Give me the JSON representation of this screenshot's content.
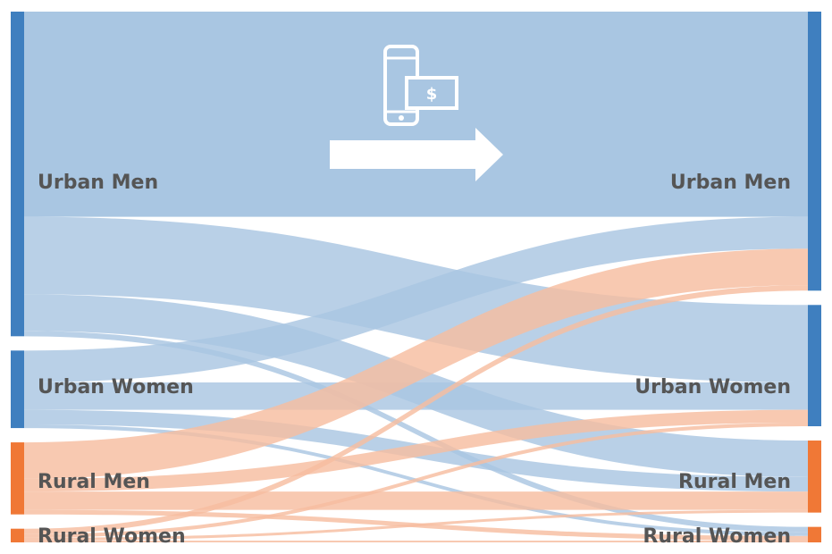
{
  "chart_data": {
    "type": "sankey",
    "title": "",
    "nodes_left": [
      {
        "id": "um",
        "label": "Urban Men",
        "group": "urban"
      },
      {
        "id": "uw",
        "label": "Urban Women",
        "group": "urban"
      },
      {
        "id": "rm",
        "label": "Rural Men",
        "group": "rural"
      },
      {
        "id": "rw",
        "label": "Rural Women",
        "group": "rural"
      }
    ],
    "nodes_right": [
      {
        "id": "um",
        "label": "Urban Men",
        "group": "urban"
      },
      {
        "id": "uw",
        "label": "Urban Women",
        "group": "urban"
      },
      {
        "id": "rm",
        "label": "Rural Men",
        "group": "rural"
      },
      {
        "id": "rw",
        "label": "Rural Women",
        "group": "rural"
      }
    ],
    "flows": [
      {
        "from": "um",
        "to": "um",
        "value": 225
      },
      {
        "from": "um",
        "to": "uw",
        "value": 85
      },
      {
        "from": "um",
        "to": "rm",
        "value": 40
      },
      {
        "from": "um",
        "to": "rw",
        "value": 6
      },
      {
        "from": "uw",
        "to": "um",
        "value": 35
      },
      {
        "from": "uw",
        "to": "uw",
        "value": 30
      },
      {
        "from": "uw",
        "to": "rm",
        "value": 16
      },
      {
        "from": "uw",
        "to": "rw",
        "value": 4
      },
      {
        "from": "rm",
        "to": "um",
        "value": 40
      },
      {
        "from": "rm",
        "to": "uw",
        "value": 14
      },
      {
        "from": "rm",
        "to": "rm",
        "value": 20
      },
      {
        "from": "rm",
        "to": "rw",
        "value": 5
      },
      {
        "from": "rw",
        "to": "um",
        "value": 6
      },
      {
        "from": "rw",
        "to": "uw",
        "value": 4
      },
      {
        "from": "rw",
        "to": "rm",
        "value": 3
      },
      {
        "from": "rw",
        "to": "rw",
        "value": 2
      }
    ],
    "colors": {
      "urban_node": "#3f7fbf",
      "rural_node": "#f07836",
      "urban_flow": "#a9c6e2",
      "rural_flow": "#f6bda0",
      "label": "#555555"
    },
    "icon": "mobile-money-transfer-icon"
  }
}
